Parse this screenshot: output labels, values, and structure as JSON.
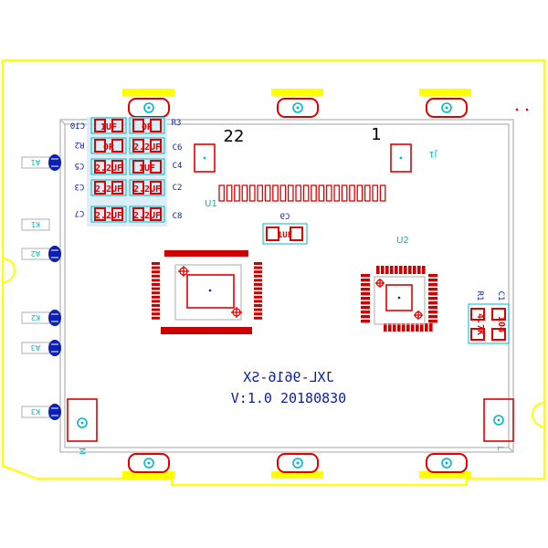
{
  "board": {
    "model": "JXL-9616-SX",
    "version": "V:1.0  20180830",
    "pin_label_left": "22",
    "pin_label_right": "1"
  },
  "colors": {
    "outline": "#ffff00",
    "silkscreen": "#00b7c8",
    "copper": "#e00000",
    "via": "#0d1fb4",
    "pad_outline": "#c00000"
  },
  "designators": {
    "U1": "U1",
    "U2": "U2",
    "C9": "C9",
    "C10": "C10",
    "C6": "C6",
    "C4": "C4",
    "C5": "C5",
    "C3": "C3",
    "C2": "C2",
    "C7": "C7",
    "C8": "C8",
    "R2": "R2",
    "R3": "R3",
    "R1": "R1",
    "C1": "C1",
    "J1": "J1",
    "A1": "A1",
    "K1": "K1",
    "A2": "A2",
    "K2": "K2",
    "A3": "A3",
    "K3": "K3",
    "M": "M",
    "L": "L"
  },
  "part_values": {
    "c10": "1UF",
    "r3": "0R",
    "r2": "0R",
    "c6": "2.2UF",
    "c5": "2.2UF",
    "c4": "1UF",
    "c3": "2.2UF",
    "c2": "2.2UF",
    "c7": "2.2UF",
    "c8": "2.2UF",
    "c9": "1UF",
    "r1": "4.7K",
    "c1": "104"
  }
}
